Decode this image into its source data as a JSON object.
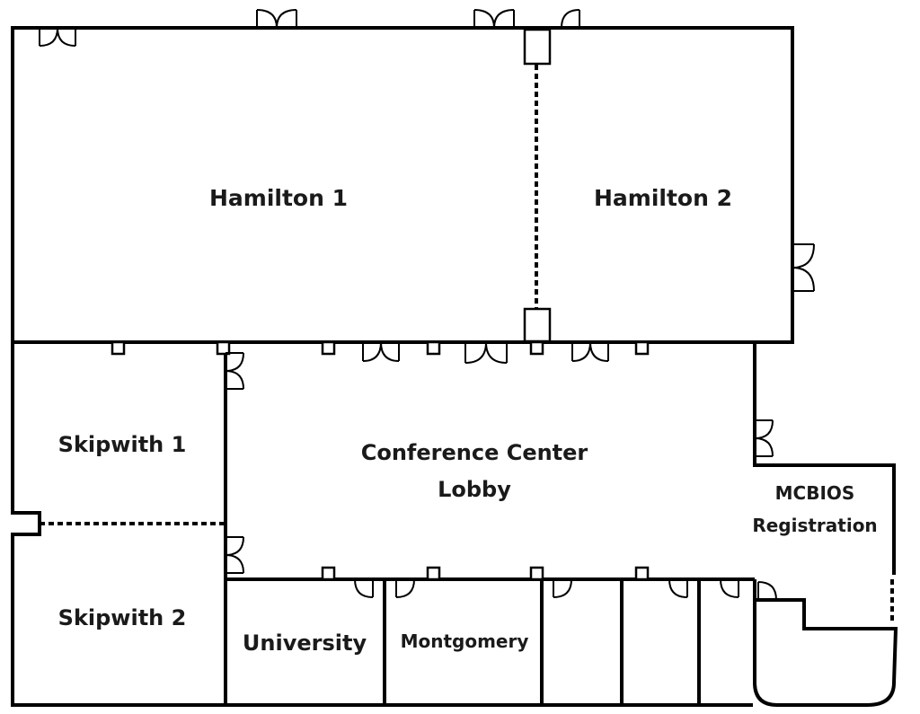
{
  "rooms": {
    "hamilton_1": "Hamilton 1",
    "hamilton_2": "Hamilton 2",
    "skipwith_1": "Skipwith 1",
    "skipwith_2": "Skipwith 2",
    "lobby_line1": "Conference Center",
    "lobby_line2": "Lobby",
    "registration_line1": "MCBIOS",
    "registration_line2": "Registration",
    "university": "University",
    "montgomery": "Montgomery"
  },
  "colors": {
    "wall": "#000000",
    "background": "#ffffff",
    "label": "#1a1a1a"
  }
}
